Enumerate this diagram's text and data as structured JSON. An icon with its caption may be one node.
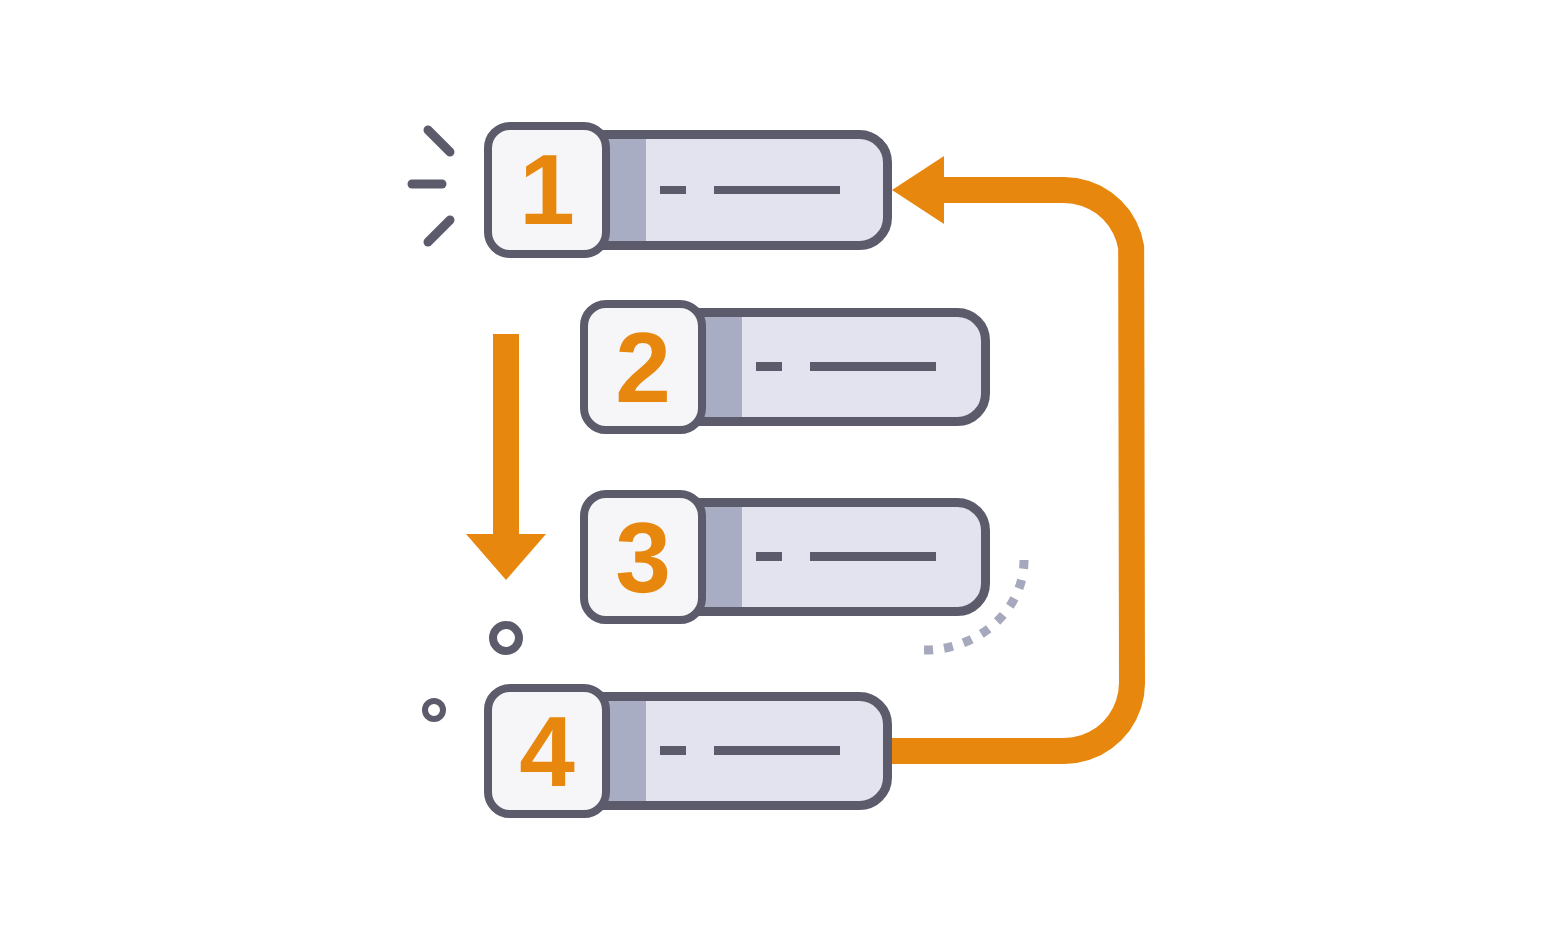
{
  "diagram": {
    "nodes": [
      {
        "text": [
          "1"
        ]
      },
      {
        "text": [
          "2"
        ]
      },
      {
        "text": [
          "3"
        ]
      },
      {
        "text": [
          "4"
        ]
      }
    ],
    "edges": [
      {
        "from": 3,
        "to": 0,
        "arrow": "to"
      }
    ]
  }
}
